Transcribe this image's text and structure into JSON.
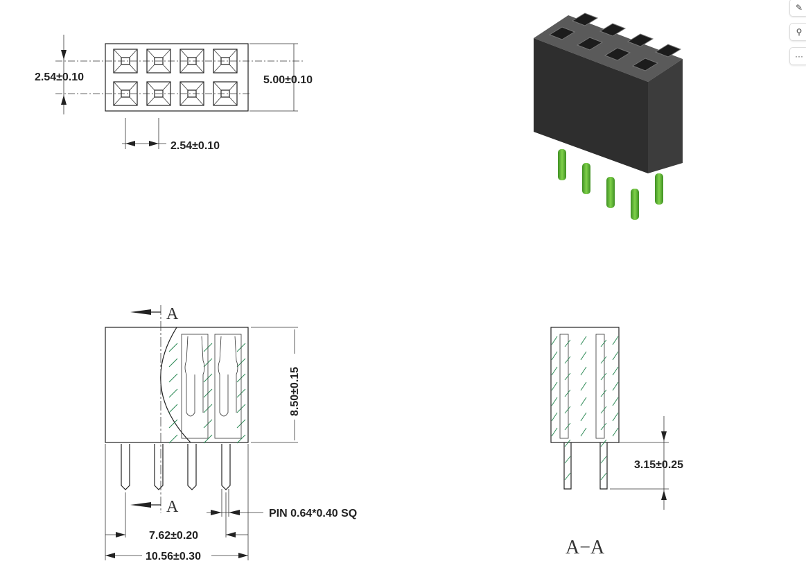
{
  "toolbar": {
    "buttons": [
      {
        "icon": "edit-image-icon"
      },
      {
        "icon": "search-icon"
      },
      {
        "icon": "more-icon",
        "label": "···"
      }
    ]
  },
  "top_view": {
    "pitch_vertical": "2.54±0.10",
    "height": "5.00±0.10",
    "pitch_horizontal": "2.54±0.10"
  },
  "side_view": {
    "section_mark_top": "A",
    "section_mark_bottom": "A",
    "body_height": "8.50±0.15",
    "pin_size": "PIN 0.64*0.40 SQ",
    "pin_span": "7.62±0.20",
    "overall_length": "10.56±0.30"
  },
  "section_view": {
    "pin_length": "3.15±0.25",
    "title": "A−A"
  },
  "colors": {
    "hatch": "#2e8b57",
    "body": "#3a3a3a",
    "pins": "#5fb832"
  }
}
